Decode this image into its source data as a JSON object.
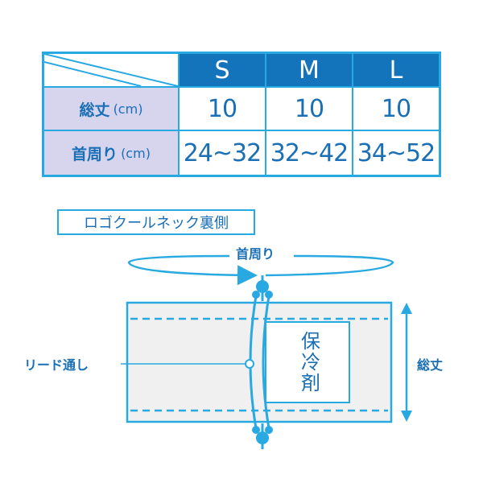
{
  "table": {
    "headers": [
      "S",
      "M",
      "L"
    ],
    "rows": [
      {
        "label": "総丈",
        "unit": "(cm)",
        "values": [
          "10",
          "10",
          "10"
        ]
      },
      {
        "label": "首周り",
        "unit": "(cm)",
        "values": [
          "24~32",
          "32~42",
          "34~52"
        ]
      }
    ]
  },
  "diagram": {
    "title": "ロゴクールネック裏側",
    "neck_label": "首周り",
    "cord_label": "リード通し",
    "length_label": "総丈",
    "pack_label": "保冷剤"
  },
  "colors": {
    "accent": "#29a9e1",
    "header_bg": "#1474bb",
    "label_bg": "#d7d4ee",
    "text": "#1a6fb5"
  }
}
